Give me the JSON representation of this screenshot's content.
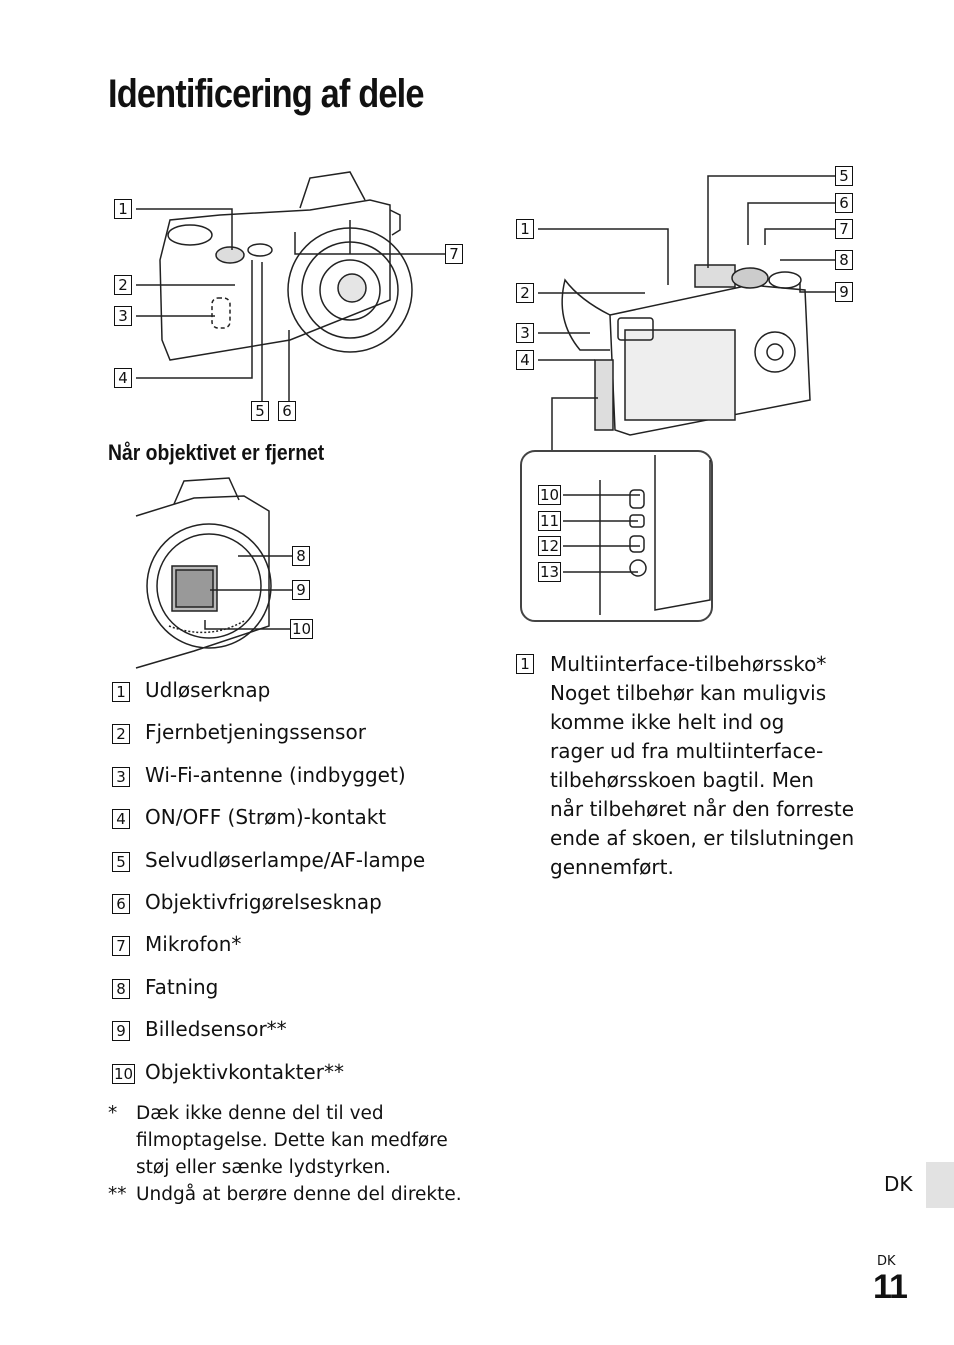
{
  "page": {
    "title": "Identificering af dele",
    "subtitle": "Når objektivet er fjernet",
    "side_tab_label": "DK",
    "footer_lang": "DK",
    "page_number": "11"
  },
  "front_callouts": [
    "1",
    "2",
    "3",
    "4",
    "5",
    "6",
    "7"
  ],
  "mount_callouts": [
    "8",
    "9",
    "10"
  ],
  "back_callouts": [
    "1",
    "2",
    "3",
    "4",
    "5",
    "6",
    "7",
    "8",
    "9",
    "10",
    "11",
    "12",
    "13"
  ],
  "parts": [
    {
      "num": "1",
      "label": "Udløserknap"
    },
    {
      "num": "2",
      "label": "Fjernbetjeningssensor"
    },
    {
      "num": "3",
      "label": "Wi-Fi-antenne (indbygget)"
    },
    {
      "num": "4",
      "label": "ON/OFF (Strøm)-kontakt"
    },
    {
      "num": "5",
      "label": "Selvudløserlampe/AF-lampe"
    },
    {
      "num": "6",
      "label": "Objektivfrigørelsesknap"
    },
    {
      "num": "7",
      "label": "Mikrofon*"
    },
    {
      "num": "8",
      "label": "Fatning"
    },
    {
      "num": "9",
      "label": "Billedsensor**"
    },
    {
      "num": "10",
      "label": "Objektivkontakter**"
    }
  ],
  "notes": [
    {
      "mark": "*",
      "text": "Dæk ikke denne del til ved filmoptagelse. Dette kan medføre støj eller sænke lydstyrken."
    },
    {
      "mark": "**",
      "text": "Undgå at berøre denne del direkte."
    }
  ],
  "right_description": {
    "num": "1",
    "heading": "Multiinterface-tilbehørssko*",
    "lines": [
      "Noget tilbehør kan muligvis",
      "komme ikke helt ind og",
      "rager ud fra multiinterface-",
      "tilbehørsskoen bagtil. Men",
      "når tilbehøret når den forreste",
      "ende af skoen, er tilslutningen",
      "gennemført."
    ]
  }
}
